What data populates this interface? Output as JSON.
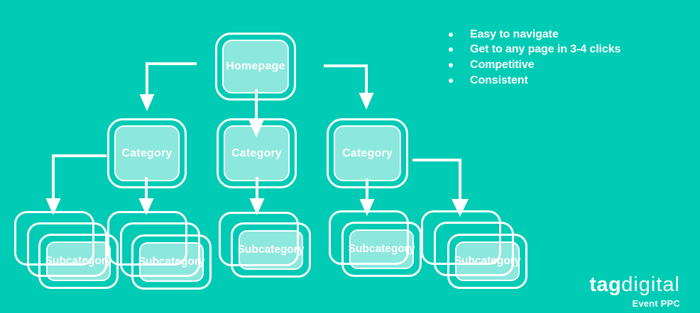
{
  "background": "#00CBB4",
  "box_fill": "#8DE8E0",
  "line_color": "#FFFFFF",
  "diagram": {
    "homepage": {
      "label": "Homepage"
    },
    "categories": [
      {
        "label": "Category"
      },
      {
        "label": "Category"
      },
      {
        "label": "Category"
      }
    ],
    "stacks": [
      {
        "label": "Subcategory",
        "cards": 3
      },
      {
        "label": "Subcategory",
        "cards": 3
      },
      {
        "label": "Subcategory",
        "cards": 2
      },
      {
        "label": "Subcategory",
        "cards": 2
      },
      {
        "label": "Subcategory",
        "cards": 3
      }
    ]
  },
  "bullets": {
    "items": [
      "Easy to navigate",
      "Get to any page in 3-4 clicks",
      "Competitive",
      "Consistent"
    ]
  },
  "logo": {
    "bold": "tag",
    "light": "digital",
    "subtitle": "Event PPC"
  }
}
